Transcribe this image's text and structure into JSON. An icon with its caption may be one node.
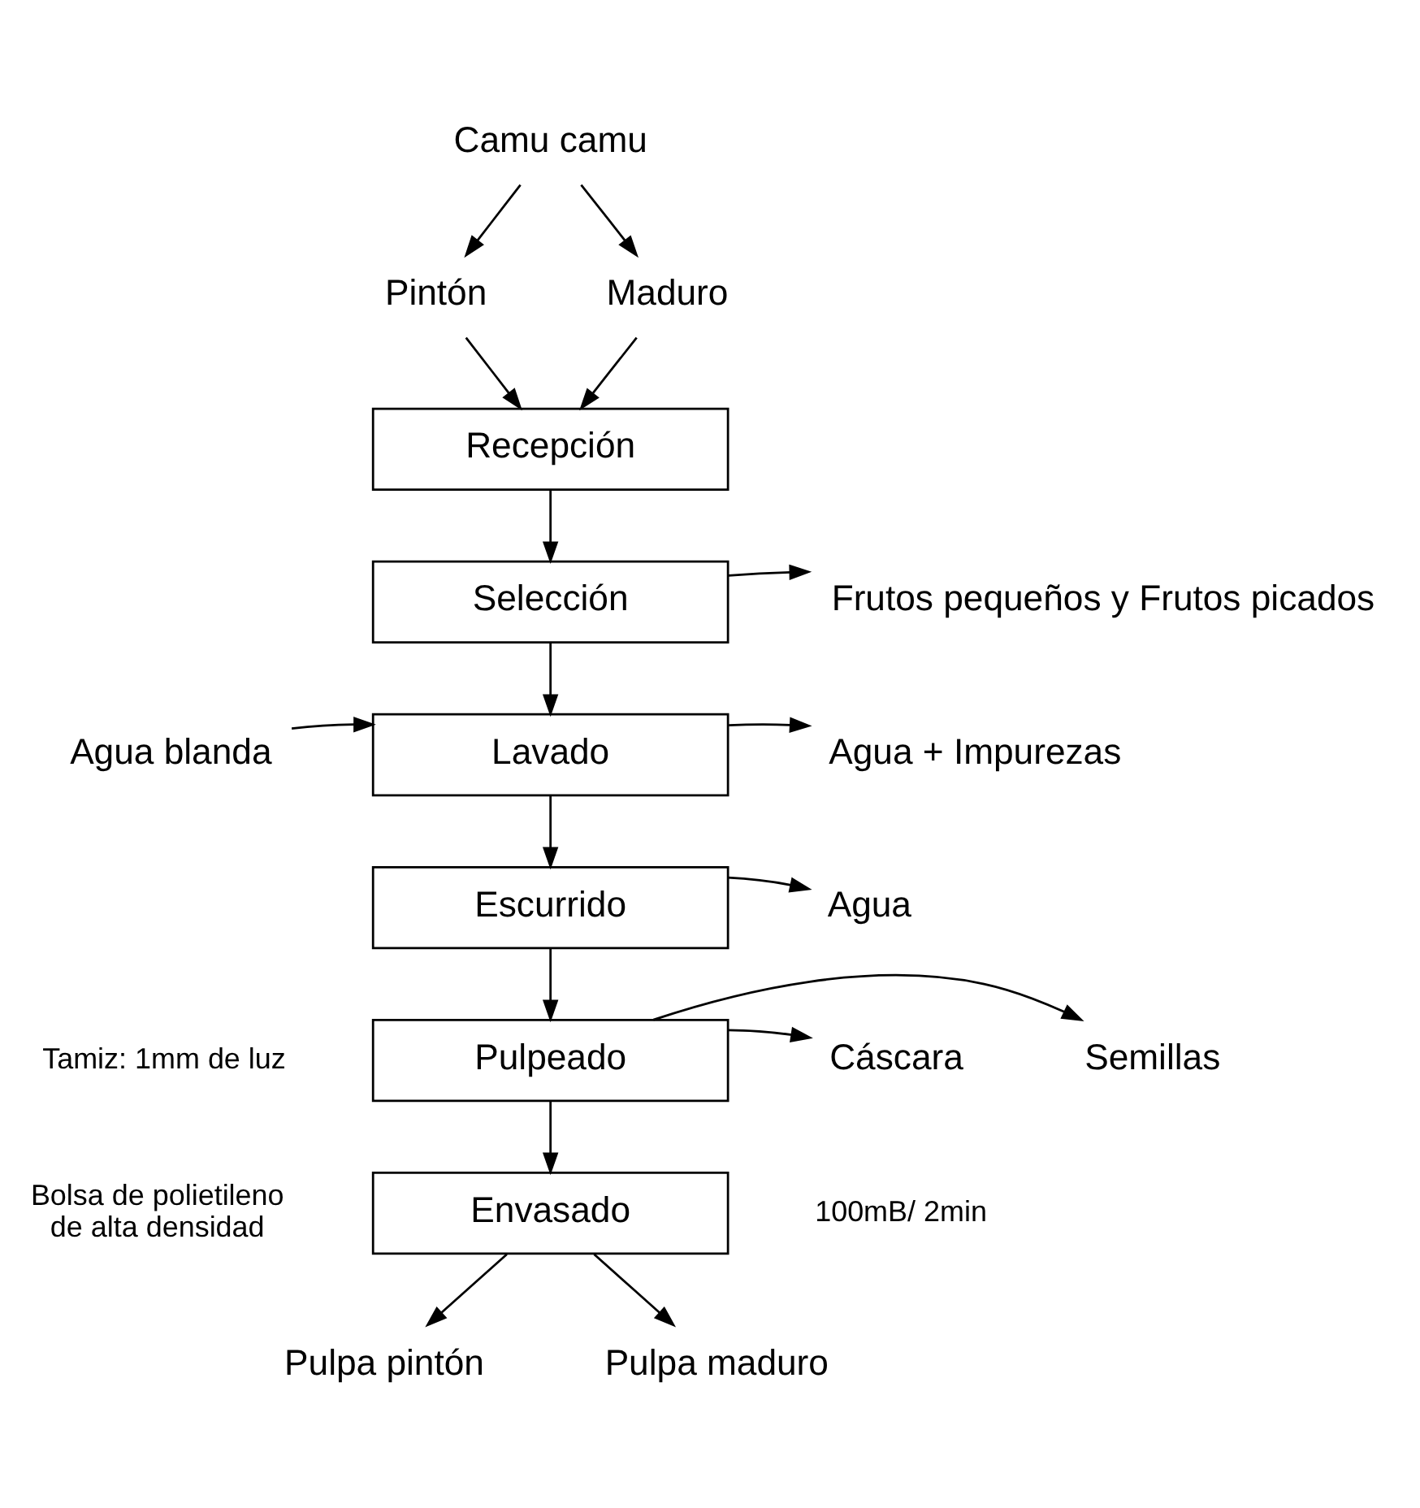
{
  "diagram": {
    "nodes": [
      {
        "text": [
          "Camu camu"
        ]
      },
      {
        "text": [
          "Pintón"
        ]
      },
      {
        "text": [
          "Maduro"
        ]
      },
      {
        "text": [
          "Recepción"
        ]
      },
      {
        "text": [
          "Selección"
        ]
      },
      {
        "text": [
          "Frutos pequeños y Frutos picados"
        ]
      },
      {
        "text": [
          "Agua blanda"
        ]
      },
      {
        "text": [
          "Lavado"
        ]
      },
      {
        "text": [
          "Agua + Impurezas"
        ]
      },
      {
        "text": [
          "Escurrido"
        ]
      },
      {
        "text": [
          "Agua"
        ]
      },
      {
        "text": [
          "Pulpeado"
        ],
        "beside": [
          "Tamiz: 1mm de luz"
        ]
      },
      {
        "text": [
          "Cáscara"
        ]
      },
      {
        "text": [
          "Semillas"
        ]
      },
      {
        "text": [
          "Envasado"
        ],
        "beside": [
          "Bolsa de polietileno de alta densidad",
          "100mB/ 2min"
        ]
      },
      {
        "text": [
          "Pulpa pintón"
        ]
      },
      {
        "text": [
          "Pulpa maduro"
        ]
      }
    ],
    "edges": [
      {
        "from": 0,
        "to": 1,
        "arrow": "to"
      },
      {
        "from": 0,
        "to": 2,
        "arrow": "to"
      },
      {
        "from": 1,
        "to": 3,
        "arrow": "to"
      },
      {
        "from": 2,
        "to": 3,
        "arrow": "to"
      },
      {
        "from": 3,
        "to": 4,
        "arrow": "to"
      },
      {
        "from": 4,
        "to": 5,
        "arrow": "to"
      },
      {
        "from": 4,
        "to": 7,
        "arrow": "to"
      },
      {
        "from": 6,
        "to": 7,
        "arrow": "to"
      },
      {
        "from": 7,
        "to": 8,
        "arrow": "to"
      },
      {
        "from": 7,
        "to": 9,
        "arrow": "to"
      },
      {
        "from": 9,
        "to": 10,
        "arrow": "to"
      },
      {
        "from": 9,
        "to": 11,
        "arrow": "to"
      },
      {
        "from": 11,
        "to": 12,
        "arrow": "to"
      },
      {
        "from": 11,
        "to": 13,
        "arrow": "to"
      },
      {
        "from": 11,
        "to": 14,
        "arrow": "to"
      },
      {
        "from": 14,
        "to": 15,
        "arrow": "to"
      },
      {
        "from": 14,
        "to": 16,
        "arrow": "to"
      }
    ]
  }
}
